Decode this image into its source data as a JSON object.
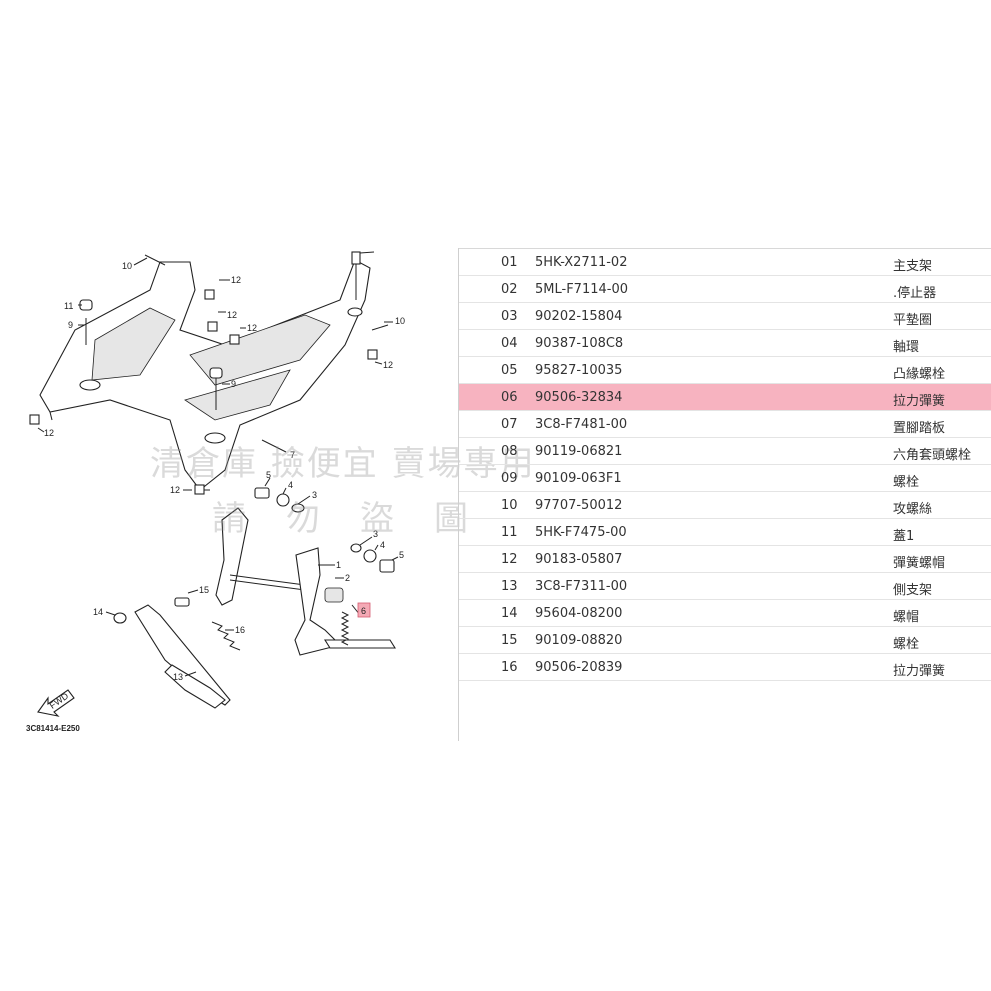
{
  "diagram": {
    "code": "3C81414-E250",
    "fwd_label": "FWD",
    "callouts": [
      "10",
      "12",
      "11",
      "9",
      "12",
      "12",
      "10",
      "12",
      "9",
      "12",
      "7",
      "12",
      "5",
      "4",
      "3",
      "3",
      "4",
      "5",
      "1",
      "2",
      "15",
      "14",
      "16",
      "6",
      "13"
    ]
  },
  "watermark": {
    "line1": "清倉庫 撿便宜 賣場專用",
    "line2": "請勿盜圖"
  },
  "parts_table": {
    "highlight_color": "#f7b3c0",
    "rows": [
      {
        "no": "01",
        "part_no": "5HK-X2711-02",
        "name": "主支架"
      },
      {
        "no": "02",
        "part_no": "5ML-F7114-00",
        "name": ".停止器"
      },
      {
        "no": "03",
        "part_no": "90202-15804",
        "name": "平墊圈"
      },
      {
        "no": "04",
        "part_no": "90387-108C8",
        "name": "軸環"
      },
      {
        "no": "05",
        "part_no": "95827-10035",
        "name": "凸緣螺栓"
      },
      {
        "no": "06",
        "part_no": "90506-32834",
        "name": "拉力彈簧",
        "highlighted": true
      },
      {
        "no": "07",
        "part_no": "3C8-F7481-00",
        "name": "置腳踏板"
      },
      {
        "no": "08",
        "part_no": "90119-06821",
        "name": "六角套頭螺栓"
      },
      {
        "no": "09",
        "part_no": "90109-063F1",
        "name": "螺栓"
      },
      {
        "no": "10",
        "part_no": "97707-50012",
        "name": "攻螺絲"
      },
      {
        "no": "11",
        "part_no": "5HK-F7475-00",
        "name": "蓋1"
      },
      {
        "no": "12",
        "part_no": "90183-05807",
        "name": "彈簧螺帽"
      },
      {
        "no": "13",
        "part_no": "3C8-F7311-00",
        "name": "側支架"
      },
      {
        "no": "14",
        "part_no": "95604-08200",
        "name": "螺帽"
      },
      {
        "no": "15",
        "part_no": "90109-08820",
        "name": "螺栓"
      },
      {
        "no": "16",
        "part_no": "90506-20839",
        "name": "拉力彈簧"
      }
    ]
  }
}
